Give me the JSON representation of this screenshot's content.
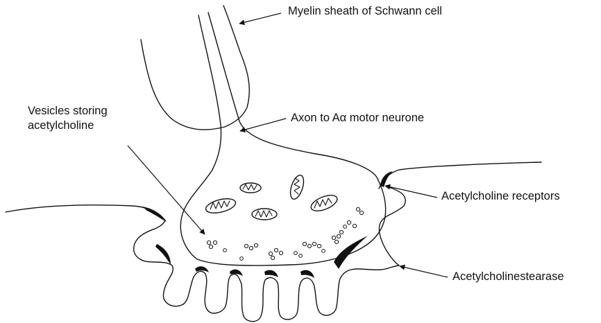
{
  "labels": {
    "myelin": "Myelin sheath of Schwann cell",
    "vesicles_line1": "Vesicles storing",
    "vesicles_line2": "acetylcholine",
    "axon": "Axon to Aα motor neurone",
    "receptors": "Acetylcholine receptors",
    "esterase": "Acetylcholinestearase"
  },
  "colors": {
    "ink": "#111111",
    "background": "#ffffff"
  }
}
